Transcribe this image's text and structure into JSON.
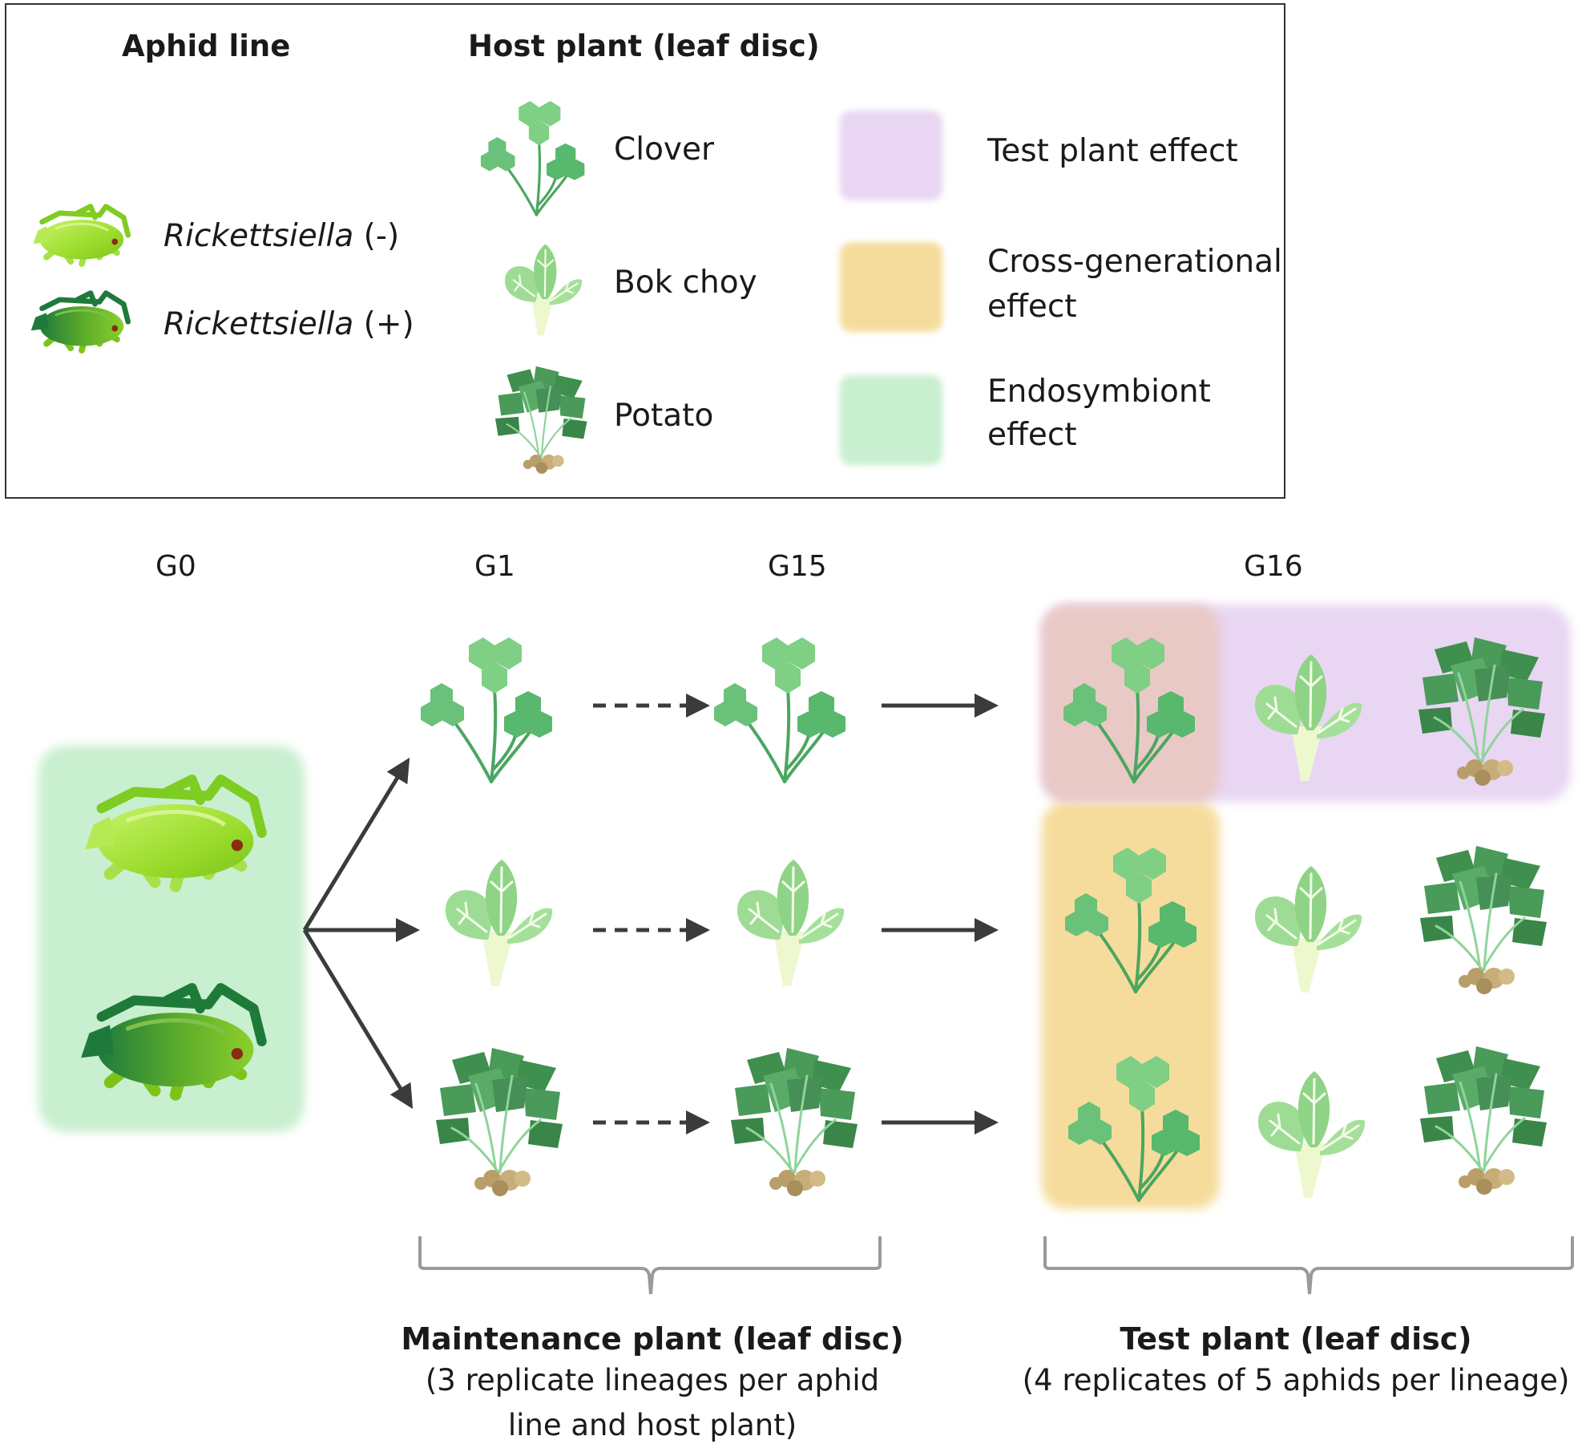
{
  "legend": {
    "aphid_header": "Aphid line",
    "host_header": "Host plant (leaf disc)",
    "aphid_lines": [
      {
        "name": "Rickettsiella",
        "suffix": " (-)"
      },
      {
        "name": "Rickettsiella",
        "suffix": " (+)"
      }
    ],
    "plants": [
      "Clover",
      "Bok choy",
      "Potato"
    ],
    "effects": [
      {
        "lines": [
          "Test plant effect"
        ],
        "color": "#e8d6f2"
      },
      {
        "lines": [
          "Cross-generational",
          "effect"
        ],
        "color": "#f6dc9c"
      },
      {
        "lines": [
          "Endosymbiont",
          "effect"
        ],
        "color": "#c8efcf"
      }
    ]
  },
  "generations": [
    "G0",
    "G1",
    "G15",
    "G16"
  ],
  "footer": {
    "maintenance_title": "Maintenance plant (leaf disc)",
    "maintenance_sub": [
      "(3 replicate lineages per aphid",
      "line and host plant)"
    ],
    "test_title": "Test plant (leaf disc)",
    "test_sub": [
      "(4 replicates of 5 aphids per lineage)"
    ]
  },
  "colors": {
    "test_plant_zone": "#e8d6f2",
    "cross_gen_zone": "#f6dc9c",
    "endosymbiont_zone": "#c8efcf",
    "overlap_zone": "#e9c9c5",
    "arrow": "#3b3b3b",
    "brace": "#9a9a9a"
  }
}
